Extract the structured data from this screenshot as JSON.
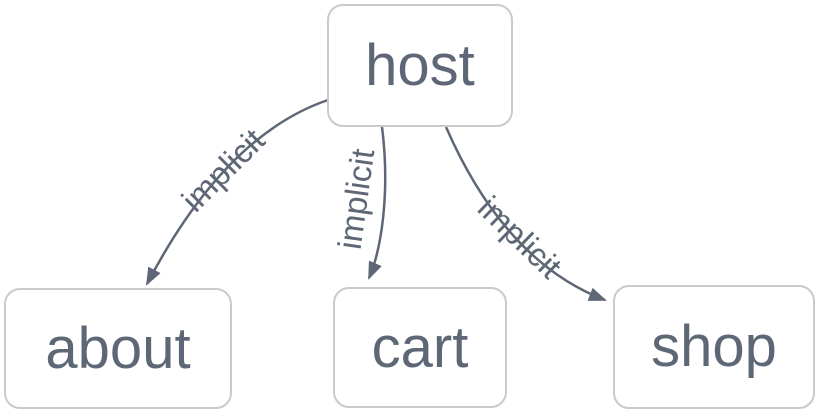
{
  "diagram": {
    "type": "graph",
    "nodes": [
      {
        "id": "host",
        "label": "host"
      },
      {
        "id": "about",
        "label": "about"
      },
      {
        "id": "cart",
        "label": "cart"
      },
      {
        "id": "shop",
        "label": "shop"
      }
    ],
    "edges": [
      {
        "from": "host",
        "to": "about",
        "label": "implicit"
      },
      {
        "from": "host",
        "to": "cart",
        "label": "implicit"
      },
      {
        "from": "host",
        "to": "shop",
        "label": "implicit"
      }
    ],
    "colors": {
      "background": "#ffffff",
      "node_border": "#c9cacb",
      "node_text": "#5e6775",
      "edge": "#5e6775"
    }
  }
}
